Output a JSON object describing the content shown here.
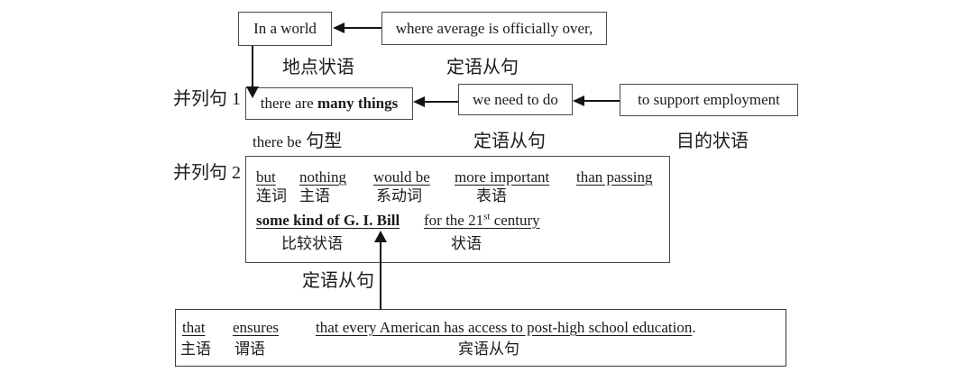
{
  "row1": {
    "box_main": "In a world",
    "box_clause": "where average is officially over,",
    "label_place": "地点状语",
    "label_attr": "定语从句"
  },
  "row2": {
    "side_label": "并列句 1",
    "box_main_normal": "there are ",
    "box_main_bold": "many things",
    "box_clause": "we need to do",
    "box_purpose": "to support employment",
    "label_pattern_en": "there be",
    "label_pattern_zh": "句型",
    "label_attr": "定语从句",
    "label_purpose": "目的状语"
  },
  "clause2": {
    "side_label": "并列句 2",
    "words": [
      "but",
      "nothing",
      "would be",
      "more important",
      "than passing"
    ],
    "roles": [
      "连词",
      "主语",
      "系动词",
      "表语"
    ],
    "phrase_main": "some kind of G. I. Bill",
    "phrase_adv_pre": "for the 21",
    "phrase_adv_sup": "st",
    "phrase_adv_post": " century",
    "label_comparative": "比较状语",
    "label_adverbial": "状语"
  },
  "connector": {
    "label_attr": "定语从句"
  },
  "clause3": {
    "subject": "that",
    "predicate": "ensures",
    "object_clause": "that every American has access to post-high school education",
    "period": ".",
    "role_subject": "主语",
    "role_predicate": "谓语",
    "role_object": "宾语从句"
  }
}
